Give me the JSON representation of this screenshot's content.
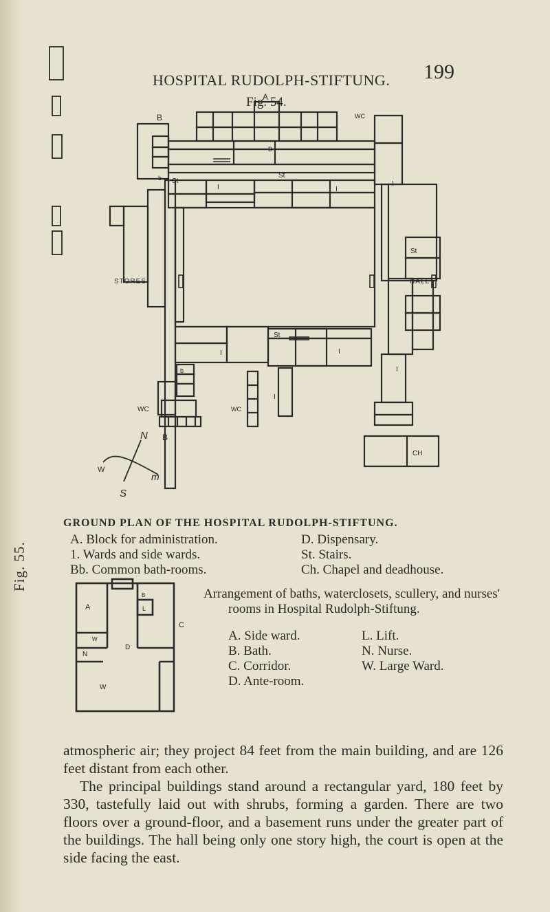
{
  "header": {
    "running_head": "HOSPITAL RUDOLPH-STIFTUNG.",
    "page_number": "199"
  },
  "figure1": {
    "caption": "Fig. 54.",
    "labels": {
      "a": "A",
      "b": "B",
      "d": "D",
      "wc": "WC",
      "st": "St",
      "one": "I",
      "small_b": "b",
      "stores": "STORES",
      "hall": "HALL",
      "ch": "CH",
      "north": "N",
      "south": "S",
      "east": "m",
      "west": "W"
    },
    "title": "GROUND PLAN OF THE HOSPITAL RUDOLPH-STIFTUNG.",
    "legend_left": [
      "A.  Block for administration.",
      "1.  Wards and side wards.",
      "Bb.  Common bath-rooms."
    ],
    "legend_right": [
      "D.  Dispensary.",
      "St.  Stairs.",
      "Ch.  Chapel and deadhouse."
    ]
  },
  "figure2": {
    "caption": "Fig. 55.",
    "description_line1": "Arrangement of baths, waterclosets, scullery, and nurses'",
    "description_line2": "rooms in Hospital Rudolph-Stiftung.",
    "labels": {
      "a": "A",
      "b": "B",
      "l": "L",
      "w_small": "W",
      "c": "C",
      "d": "D",
      "n": "N",
      "w": "W"
    },
    "legend_left": [
      "A.  Side ward.",
      "B.  Bath.",
      "C.  Corridor.",
      "D.  Ante-room."
    ],
    "legend_right": [
      "L.  Lift.",
      "N.  Nurse.",
      "W.  Large Ward."
    ]
  },
  "body": {
    "paragraph1": "atmospheric air; they project 84 feet from the main building, and are 126 feet distant from each other.",
    "paragraph2": "The principal buildings stand around a rectangular yard, 180 feet by 330, tastefully laid out with shrubs, forming a garden. There are two floors over a ground-floor, and a basement runs under the greater part of the buildings. The hall being only one story high, the court is open at the side facing the east."
  }
}
